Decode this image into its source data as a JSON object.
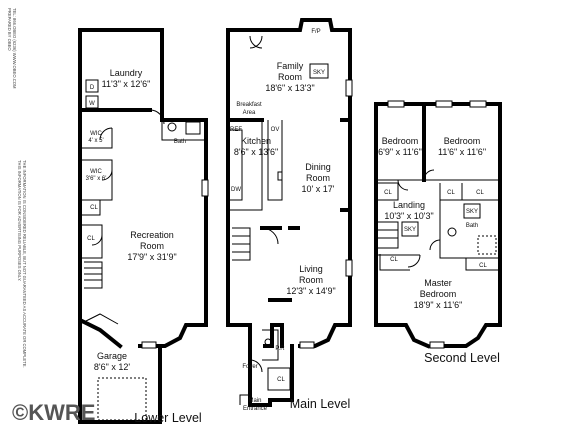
{
  "logo": "©KWRE",
  "credits": [
    "PREPARED BY OBEO",
    "TEL: 866.OBEO (6236) WWW.OBEO.COM"
  ],
  "disclaimer": [
    "THIS INFORMATION IS FOR ADVERTISING PURPOSES ONLY.",
    "THE INFORMATION IS CONSIDERED RELIABLE, BUT NOT GUARANTEED AS ACCURATE OR COMPLETE."
  ],
  "levels": {
    "lower": "Lower Level",
    "main": "Main Level",
    "second": "Second Level"
  },
  "lower_rooms": {
    "laundry": {
      "name": "Laundry",
      "dims": "11'3\" x 12'6\""
    },
    "wic1": {
      "name": "WIC",
      "dims": "4' x 5'"
    },
    "wic2": {
      "name": "WIC",
      "dims": "3'6\" x 6'"
    },
    "rec": {
      "name": "Recreation",
      "name2": "Room",
      "dims": "17'9\" x 31'9\""
    },
    "garage": {
      "name": "Garage",
      "dims": "8'6\" x 12'"
    },
    "bath": "Bath",
    "cl1": "CL",
    "cl2": "CL",
    "d": "D",
    "w": "W"
  },
  "main_rooms": {
    "fp": "F/P",
    "family": {
      "name": "Family",
      "name2": "Room",
      "dims": "18'6\" x 13'3\""
    },
    "sky": "SKY",
    "breakfast": {
      "line1": "Breakfast",
      "line2": "Area"
    },
    "kitchen": {
      "name": "Kitchen",
      "dims": "8'6\" x 13'6\""
    },
    "ref": "REF",
    "ov": "OV",
    "dw": "DW",
    "dining": {
      "name": "Dining",
      "name2": "Room",
      "dims": "10' x 17'"
    },
    "living": {
      "name": "Living",
      "name2": "Room",
      "dims": "12'3\" x 14'9\""
    },
    "pr": "P.R",
    "cl": "CL",
    "foyer": "Foyer",
    "entrance": {
      "line1": "Main",
      "line2": "Entrance"
    }
  },
  "second_rooms": {
    "bed1": {
      "name": "Bedroom",
      "dims": "6'9\" x 11'6\""
    },
    "bed2": {
      "name": "Bedroom",
      "dims": "11'6\" x 11'6\""
    },
    "cl_a": "CL",
    "cl_b": "CL",
    "cl_c": "CL",
    "landing": {
      "name": "Landing",
      "dims": "10'3\" x 10'3\""
    },
    "sky1": "SKY",
    "sky2": "SKY",
    "bath": "Bath",
    "cl_d": "CL",
    "cl_e": "CL",
    "master": {
      "name": "Master",
      "name2": "Bedroom",
      "dims": "18'9\" x 11'6\""
    }
  }
}
